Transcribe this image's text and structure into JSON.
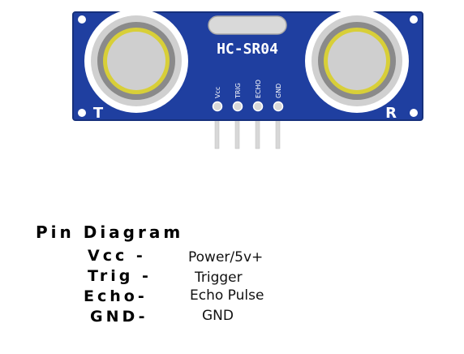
{
  "module": {
    "name": "HC-SR04",
    "transmitter_mark": "T",
    "receiver_mark": "R",
    "pins": [
      "Vcc",
      "TRIG",
      "ECHO",
      "GND"
    ]
  },
  "colors": {
    "board": "#1f3fa0",
    "board_edge": "#16307c",
    "silk": "#ffffff",
    "sensor_ring": "#cfcfcf",
    "sensor_mesh": "#c9c23a",
    "pin_metal": "#d8d8d8"
  },
  "legend": {
    "title": "Pin Diagram",
    "items": [
      {
        "pin": "Vcc -",
        "desc": "Power/5v+"
      },
      {
        "pin": "Trig -",
        "desc": "Trigger"
      },
      {
        "pin": "Echo-",
        "desc": "Echo Pulse"
      },
      {
        "pin": "GND-",
        "desc": "GND"
      }
    ]
  }
}
